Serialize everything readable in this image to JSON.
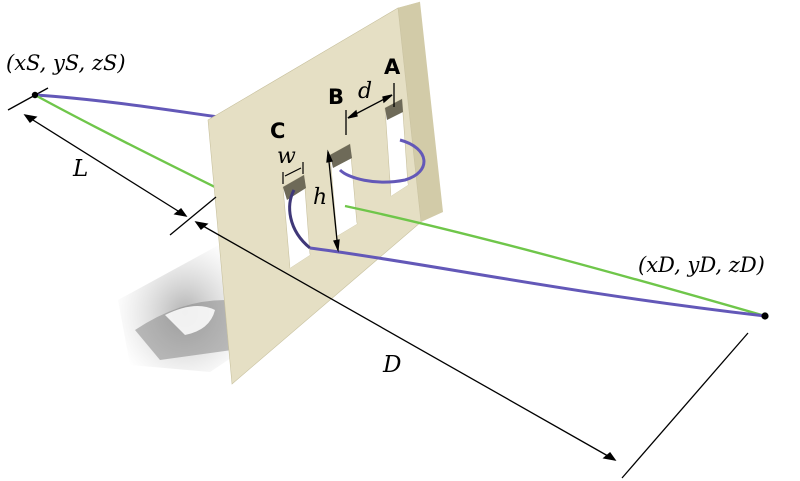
{
  "source_label": "(xS, yS, zS)",
  "detector_label": "(xD, yD, zD)",
  "slit_labels": {
    "a": "A",
    "b": "B",
    "c": "C"
  },
  "dimension_labels": {
    "slit_distance": "d",
    "slit_width": "w",
    "slit_height": "h",
    "source_to_wall": "L",
    "source_to_detector": "D"
  },
  "colors": {
    "wall_face": "#e5dfc4",
    "wall_side": "#d2cba8",
    "wall_top": "#efeada",
    "shadow": "#8f8f8f",
    "classical_path": "#6fc64a",
    "quantum_path": "#6358b8",
    "ink": "#000000"
  }
}
